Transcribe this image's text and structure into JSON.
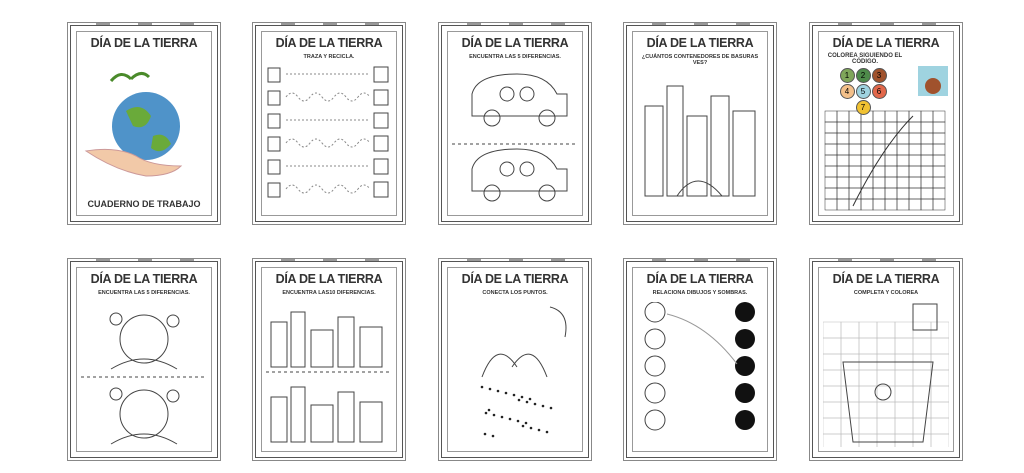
{
  "pages": [
    {
      "title": "DÍA DE LA TIERRA",
      "subtitle": "",
      "footer": "CUADERNO DE TRABAJO",
      "art": "globe-in-hands"
    },
    {
      "title": "DÍA DE LA TIERRA",
      "subtitle": "TRAZA Y RECICLA.",
      "footer": "",
      "art": "tracing-lines"
    },
    {
      "title": "DÍA DE LA TIERRA",
      "subtitle": "ENCUENTRA LAS 5 DIFERENCIAS.",
      "footer": "",
      "art": "two-cars"
    },
    {
      "title": "DÍA DE LA TIERRA",
      "subtitle": "¿CUÁNTOS CONTENEDORES DE BASURAS VES?",
      "footer": "",
      "art": "city"
    },
    {
      "title": "DÍA DE LA TIERRA",
      "subtitle": "COLOREA SIGUIENDO EL CÓDIGO.",
      "footer": "",
      "art": "color-by-number",
      "codes": [
        "1",
        "2",
        "3",
        "4",
        "5",
        "6",
        "7"
      ],
      "code_colors": [
        "#7fa65a",
        "#4e8a4a",
        "#a0522d",
        "#f3c08a",
        "#9fd3e0",
        "#e2674a",
        "#f1c232"
      ]
    },
    {
      "title": "DÍA DE LA TIERRA",
      "subtitle": "ENCUENTRA LAS 5 DIFERENCIAS.",
      "footer": "",
      "art": "two-earths"
    },
    {
      "title": "DÍA DE LA TIERRA",
      "subtitle": "ENCUENTRA LAS10 DIFERENCIAS.",
      "footer": "",
      "art": "two-cities"
    },
    {
      "title": "DÍA DE LA TIERRA",
      "subtitle": "CONECTA LOS PUNTOS.",
      "footer": "",
      "art": "dot-to-dot"
    },
    {
      "title": "DÍA DE LA TIERRA",
      "subtitle": "RELACIONA DIBUJOS Y SOMBRAS.",
      "footer": "",
      "art": "shadows"
    },
    {
      "title": "DÍA DE LA TIERRA",
      "subtitle": "COMPLETA Y COLOREA",
      "footer": "",
      "art": "grid-bin"
    }
  ]
}
